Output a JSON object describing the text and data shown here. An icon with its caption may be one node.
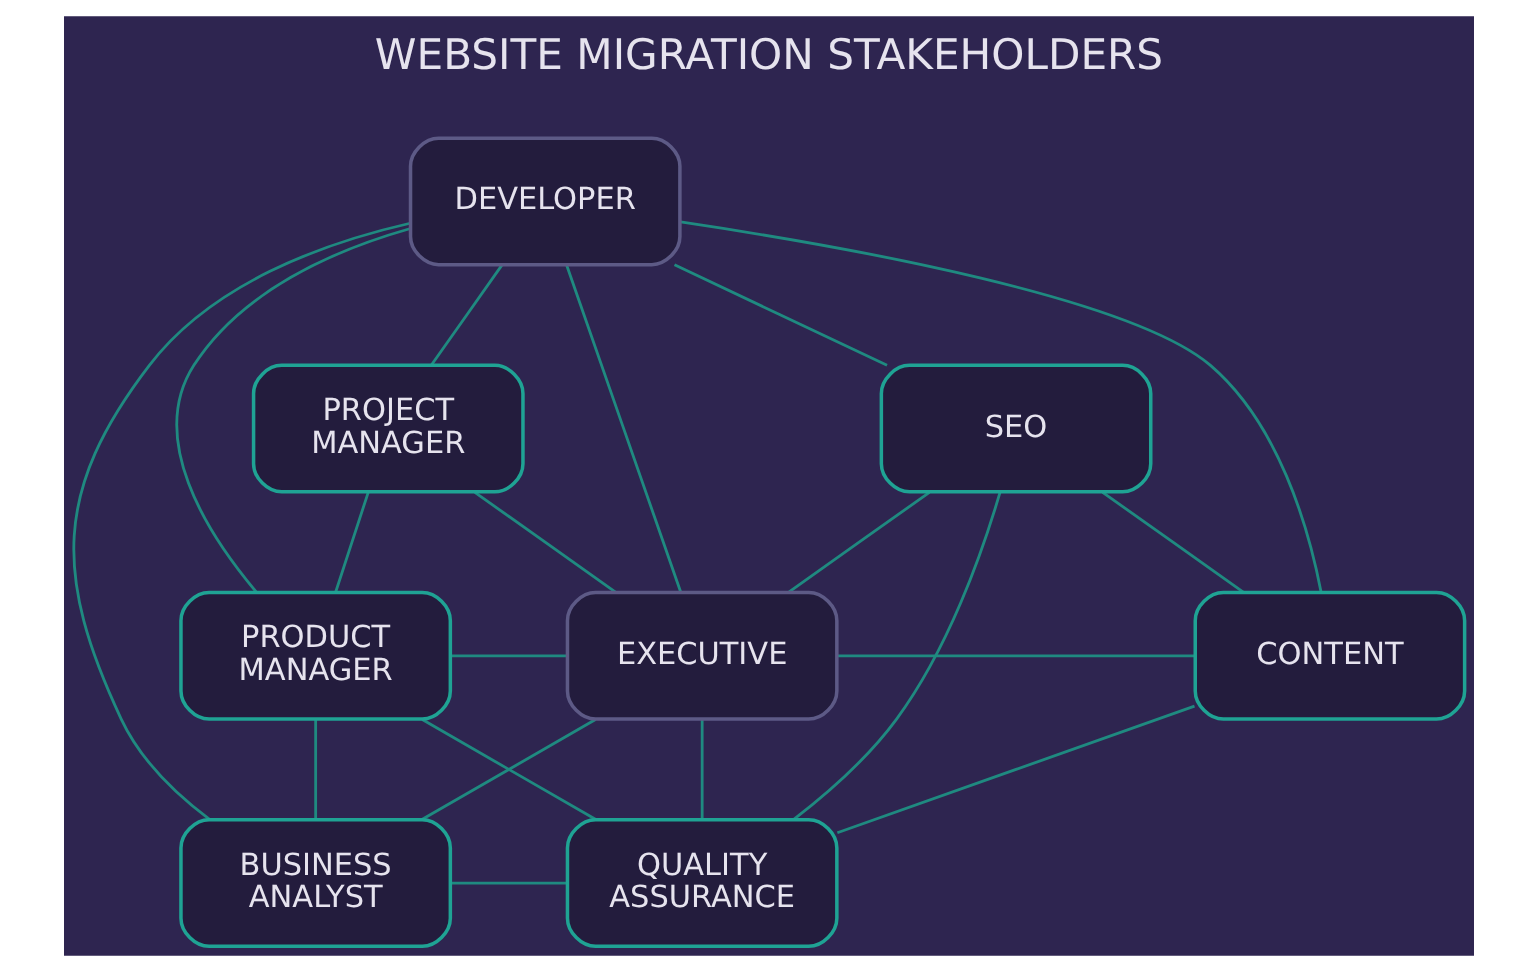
{
  "diagram": {
    "title": "WEBSITE MIGRATION STAKEHOLDERS",
    "nodes": [
      {
        "text": [
          "DEVELOPER"
        ]
      },
      {
        "text": [
          "PROJECT MANAGER"
        ]
      },
      {
        "text": [
          "SEO"
        ]
      },
      {
        "text": [
          "PRODUCT MANAGER"
        ]
      },
      {
        "text": [
          "EXECUTIVE"
        ]
      },
      {
        "text": [
          "CONTENT"
        ]
      },
      {
        "text": [
          "BUSINESS ANALYST"
        ]
      },
      {
        "text": [
          "QUALITY ASSURANCE"
        ]
      }
    ],
    "edges": [
      {
        "from": 0,
        "to": 1,
        "arrow": "none"
      },
      {
        "from": 0,
        "to": 2,
        "arrow": "none"
      },
      {
        "from": 0,
        "to": 4,
        "arrow": "none"
      },
      {
        "from": 0,
        "to": 3,
        "arrow": "none"
      },
      {
        "from": 0,
        "to": 6,
        "arrow": "none"
      },
      {
        "from": 0,
        "to": 5,
        "arrow": "none"
      },
      {
        "from": 1,
        "to": 4,
        "arrow": "none"
      },
      {
        "from": 1,
        "to": 3,
        "arrow": "none"
      },
      {
        "from": 2,
        "to": 4,
        "arrow": "none"
      },
      {
        "from": 2,
        "to": 5,
        "arrow": "none"
      },
      {
        "from": 2,
        "to": 7,
        "arrow": "none"
      },
      {
        "from": 3,
        "to": 4,
        "arrow": "none"
      },
      {
        "from": 3,
        "to": 7,
        "arrow": "none"
      },
      {
        "from": 3,
        "to": 6,
        "arrow": "none"
      },
      {
        "from": 4,
        "to": 5,
        "arrow": "none"
      },
      {
        "from": 4,
        "to": 6,
        "arrow": "none"
      },
      {
        "from": 4,
        "to": 7,
        "arrow": "none"
      },
      {
        "from": 5,
        "to": 7,
        "arrow": "none"
      },
      {
        "from": 6,
        "to": 7,
        "arrow": "none"
      }
    ]
  }
}
